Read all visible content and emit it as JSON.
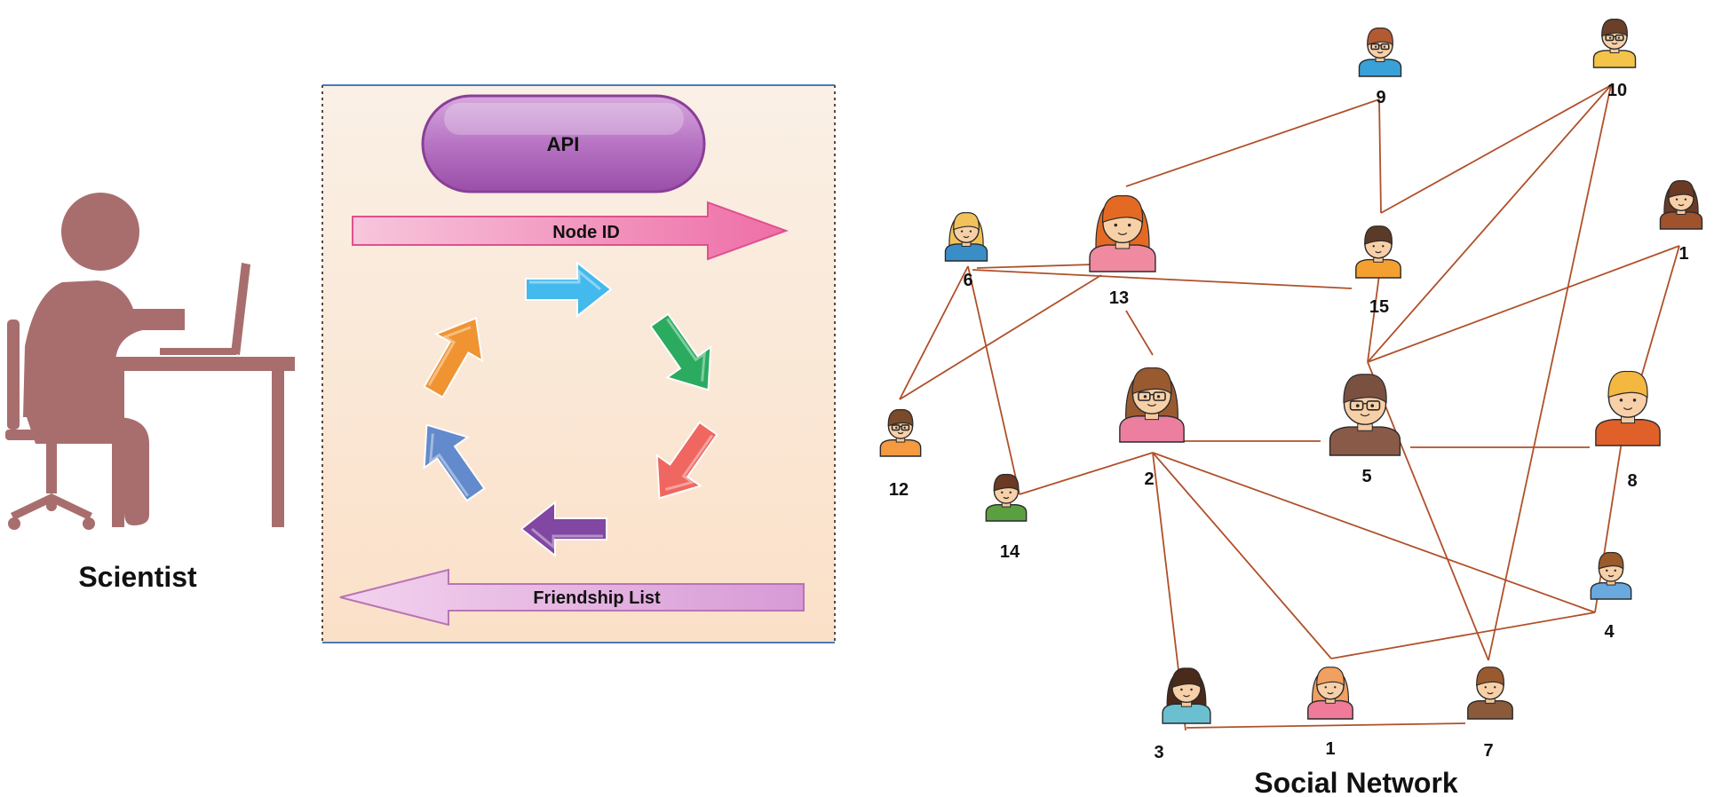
{
  "scientist": {
    "label": "Scientist"
  },
  "process": {
    "api_label": "API",
    "node_id_label": "Node ID",
    "friendship_list_label": "Friendship List",
    "cycle_colors": [
      "#3bb7ee",
      "#1fa85a",
      "#f0605a",
      "#7b3fa0",
      "#5b86cc",
      "#f0902a"
    ]
  },
  "network": {
    "title": "Social Network",
    "edge_color": "#b0502a",
    "nodes": [
      {
        "key": "n9",
        "label": "9",
        "hair": "#b45a32",
        "shirt": "#3aa0d8",
        "glasses": true
      },
      {
        "key": "n10",
        "label": "10",
        "hair": "#6a4028",
        "shirt": "#f4c44a",
        "glasses": true
      },
      {
        "key": "n13",
        "label": "13",
        "hair": "#e46a24",
        "shirt": "#f08aa0",
        "glasses": false,
        "long_hair": true
      },
      {
        "key": "n6",
        "label": "6",
        "hair": "#f2c25a",
        "shirt": "#3a8ec8",
        "glasses": false,
        "long_hair": true
      },
      {
        "key": "n15",
        "label": "15",
        "hair": "#5a3a28",
        "shirt": "#f4a030",
        "glasses": false
      },
      {
        "key": "n1a",
        "label": "1",
        "hair": "#6a3a24",
        "shirt": "#a0522d",
        "glasses": false,
        "long_hair": true
      },
      {
        "key": "n12",
        "label": "12",
        "hair": "#7a4a2a",
        "shirt": "#f49a40",
        "glasses": true
      },
      {
        "key": "n2",
        "label": "2",
        "hair": "#9a5a30",
        "shirt": "#ec7fa0",
        "glasses": true,
        "long_hair": true
      },
      {
        "key": "n5",
        "label": "5",
        "hair": "#7a5040",
        "shirt": "#8a5a48",
        "glasses": true
      },
      {
        "key": "n8",
        "label": "8",
        "hair": "#f4b840",
        "shirt": "#e0602a",
        "glasses": false
      },
      {
        "key": "n14",
        "label": "14",
        "hair": "#6a3a22",
        "shirt": "#5aa040",
        "glasses": false
      },
      {
        "key": "n4",
        "label": "4",
        "hair": "#9a5a2a",
        "shirt": "#6aa8e0",
        "glasses": false
      },
      {
        "key": "n3",
        "label": "3",
        "hair": "#4a2a1a",
        "shirt": "#6ac0d0",
        "glasses": false,
        "long_hair": true
      },
      {
        "key": "n1b",
        "label": "1",
        "hair": "#f0a060",
        "shirt": "#f07a9a",
        "glasses": false,
        "long_hair": true
      },
      {
        "key": "n7",
        "label": "7",
        "hair": "#9a5a30",
        "shirt": "#8a5a3a",
        "glasses": false
      }
    ],
    "edges": [
      [
        "n9",
        "n13"
      ],
      [
        "n9",
        "n15"
      ],
      [
        "n10",
        "n15"
      ],
      [
        "n10",
        "n5"
      ],
      [
        "n10",
        "n7"
      ],
      [
        "n6",
        "n13"
      ],
      [
        "n6",
        "n15"
      ],
      [
        "n6",
        "n12"
      ],
      [
        "n6",
        "n14"
      ],
      [
        "n13",
        "n12"
      ],
      [
        "n13",
        "n2"
      ],
      [
        "n15",
        "n5"
      ],
      [
        "n1a",
        "n5"
      ],
      [
        "n1a",
        "n8"
      ],
      [
        "n2",
        "n5"
      ],
      [
        "n2",
        "n14"
      ],
      [
        "n2",
        "n3"
      ],
      [
        "n2",
        "n1b"
      ],
      [
        "n2",
        "n4"
      ],
      [
        "n5",
        "n8"
      ],
      [
        "n5",
        "n7"
      ],
      [
        "n8",
        "n4"
      ],
      [
        "n4",
        "n1b"
      ],
      [
        "n3",
        "n7"
      ]
    ]
  }
}
